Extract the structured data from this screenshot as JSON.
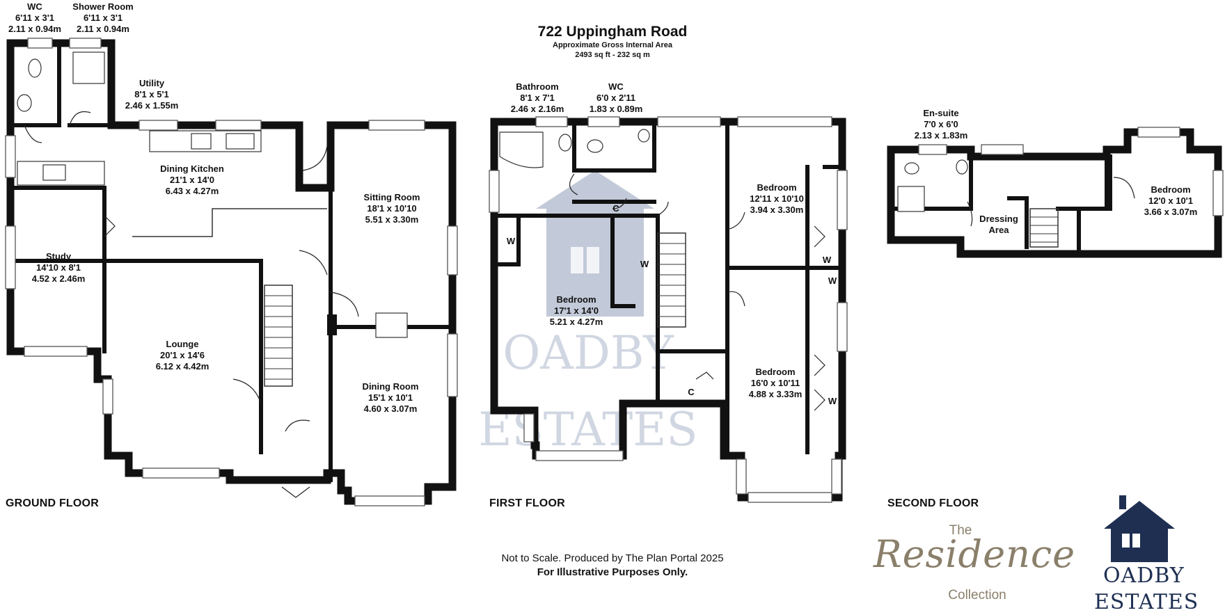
{
  "title": "722 Uppingham Road",
  "subtitle": "Approximate Gross Internal Area",
  "area": "2493 sq ft - 232 sq m",
  "footer": {
    "line1": "Not to Scale. Produced by The Plan Portal 2025",
    "line2": "For Illustrative Purposes Only."
  },
  "floors": {
    "ground": "GROUND FLOOR",
    "first": "FIRST FLOOR",
    "second": "SECOND FLOOR"
  },
  "rooms": {
    "wc_ground": {
      "name": "WC",
      "imperial": "6'11 x 3'1",
      "metric": "2.11 x 0.94m"
    },
    "shower_room": {
      "name": "Shower Room",
      "imperial": "6'11 x 3'1",
      "metric": "2.11 x 0.94m"
    },
    "utility": {
      "name": "Utility",
      "imperial": "8'1 x 5'1",
      "metric": "2.46 x 1.55m"
    },
    "dining_kitchen": {
      "name": "Dining Kitchen",
      "imperial": "21'1 x 14'0",
      "metric": "6.43 x 4.27m"
    },
    "sitting_room": {
      "name": "Sitting Room",
      "imperial": "18'1 x 10'10",
      "metric": "5.51 x 3.30m"
    },
    "study": {
      "name": "Study",
      "imperial": "14'10 x 8'1",
      "metric": "4.52 x 2.46m"
    },
    "lounge": {
      "name": "Lounge",
      "imperial": "20'1 x 14'6",
      "metric": "6.12 x 4.42m"
    },
    "dining_room": {
      "name": "Dining Room",
      "imperial": "15'1 x 10'1",
      "metric": "4.60 x 3.07m"
    },
    "bathroom": {
      "name": "Bathroom",
      "imperial": "8'1 x 7'1",
      "metric": "2.46 x 2.16m"
    },
    "wc_first": {
      "name": "WC",
      "imperial": "6'0 x 2'11",
      "metric": "1.83 x 0.89m"
    },
    "bedroom_1": {
      "name": "Bedroom",
      "imperial": "17'1 x 14'0",
      "metric": "5.21 x 4.27m"
    },
    "bedroom_2": {
      "name": "Bedroom",
      "imperial": "12'11 x 10'10",
      "metric": "3.94 x 3.30m"
    },
    "bedroom_3": {
      "name": "Bedroom",
      "imperial": "16'0 x 10'11",
      "metric": "4.88 x 3.33m"
    },
    "ensuite": {
      "name": "En-suite",
      "imperial": "7'0 x 6'0",
      "metric": "2.13 x 1.83m"
    },
    "dressing": {
      "name": "Dressing",
      "name2": "Area"
    },
    "bedroom_4": {
      "name": "Bedroom",
      "imperial": "12'0 x 10'1",
      "metric": "3.66 x 3.07m"
    }
  },
  "markers": {
    "cupboard": "C",
    "wardrobe": "W"
  },
  "brand": {
    "residence_the": "The",
    "residence_script": "Residence",
    "residence_collection": "Collection",
    "agency_line1": "OADBY",
    "agency_line2": "ESTATES",
    "watermark_line1": "OADBY",
    "watermark_line2": "ESTATES"
  },
  "colors": {
    "brand_navy": "#1e2f52",
    "residence_gold": "#8a7f6a",
    "watermark": "#b9c3d3",
    "walls": "#111111"
  }
}
